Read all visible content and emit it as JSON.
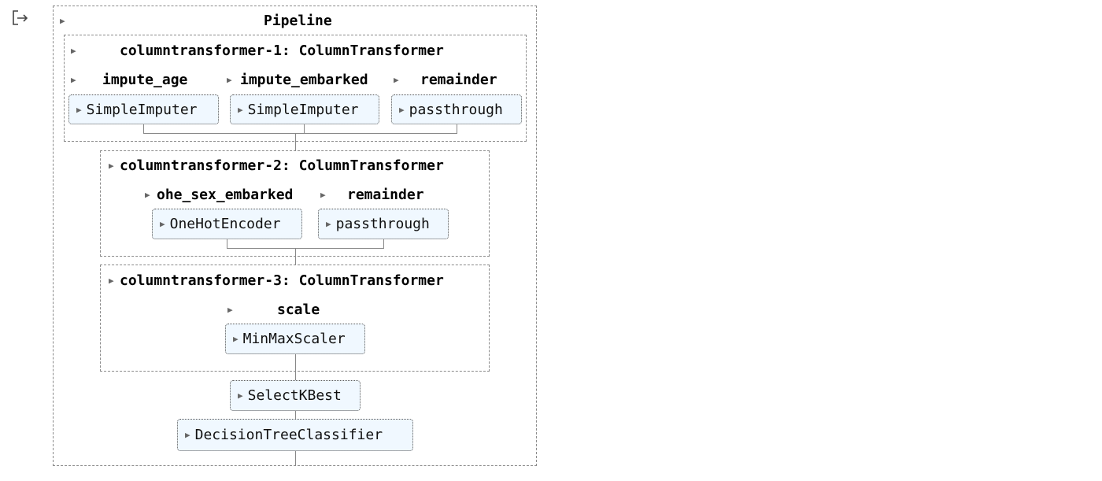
{
  "output_icon": "output-redirect-icon",
  "pipeline": {
    "title": "Pipeline",
    "ct1": {
      "title": "columntransformer-1: ColumnTransformer",
      "branches": [
        {
          "name": "impute_age",
          "estimator": "SimpleImputer"
        },
        {
          "name": "impute_embarked",
          "estimator": "SimpleImputer"
        },
        {
          "name": "remainder",
          "estimator": "passthrough"
        }
      ]
    },
    "ct2": {
      "title": "columntransformer-2: ColumnTransformer",
      "branches": [
        {
          "name": "ohe_sex_embarked",
          "estimator": "OneHotEncoder"
        },
        {
          "name": "remainder",
          "estimator": "passthrough"
        }
      ]
    },
    "ct3": {
      "title": "columntransformer-3: ColumnTransformer",
      "branches": [
        {
          "name": "scale",
          "estimator": "MinMaxScaler"
        }
      ]
    },
    "steps": [
      "SelectKBest",
      "DecisionTreeClassifier"
    ]
  },
  "colors": {
    "estimator_bg": "#f0f8ff",
    "border": "#8a8a8a"
  }
}
